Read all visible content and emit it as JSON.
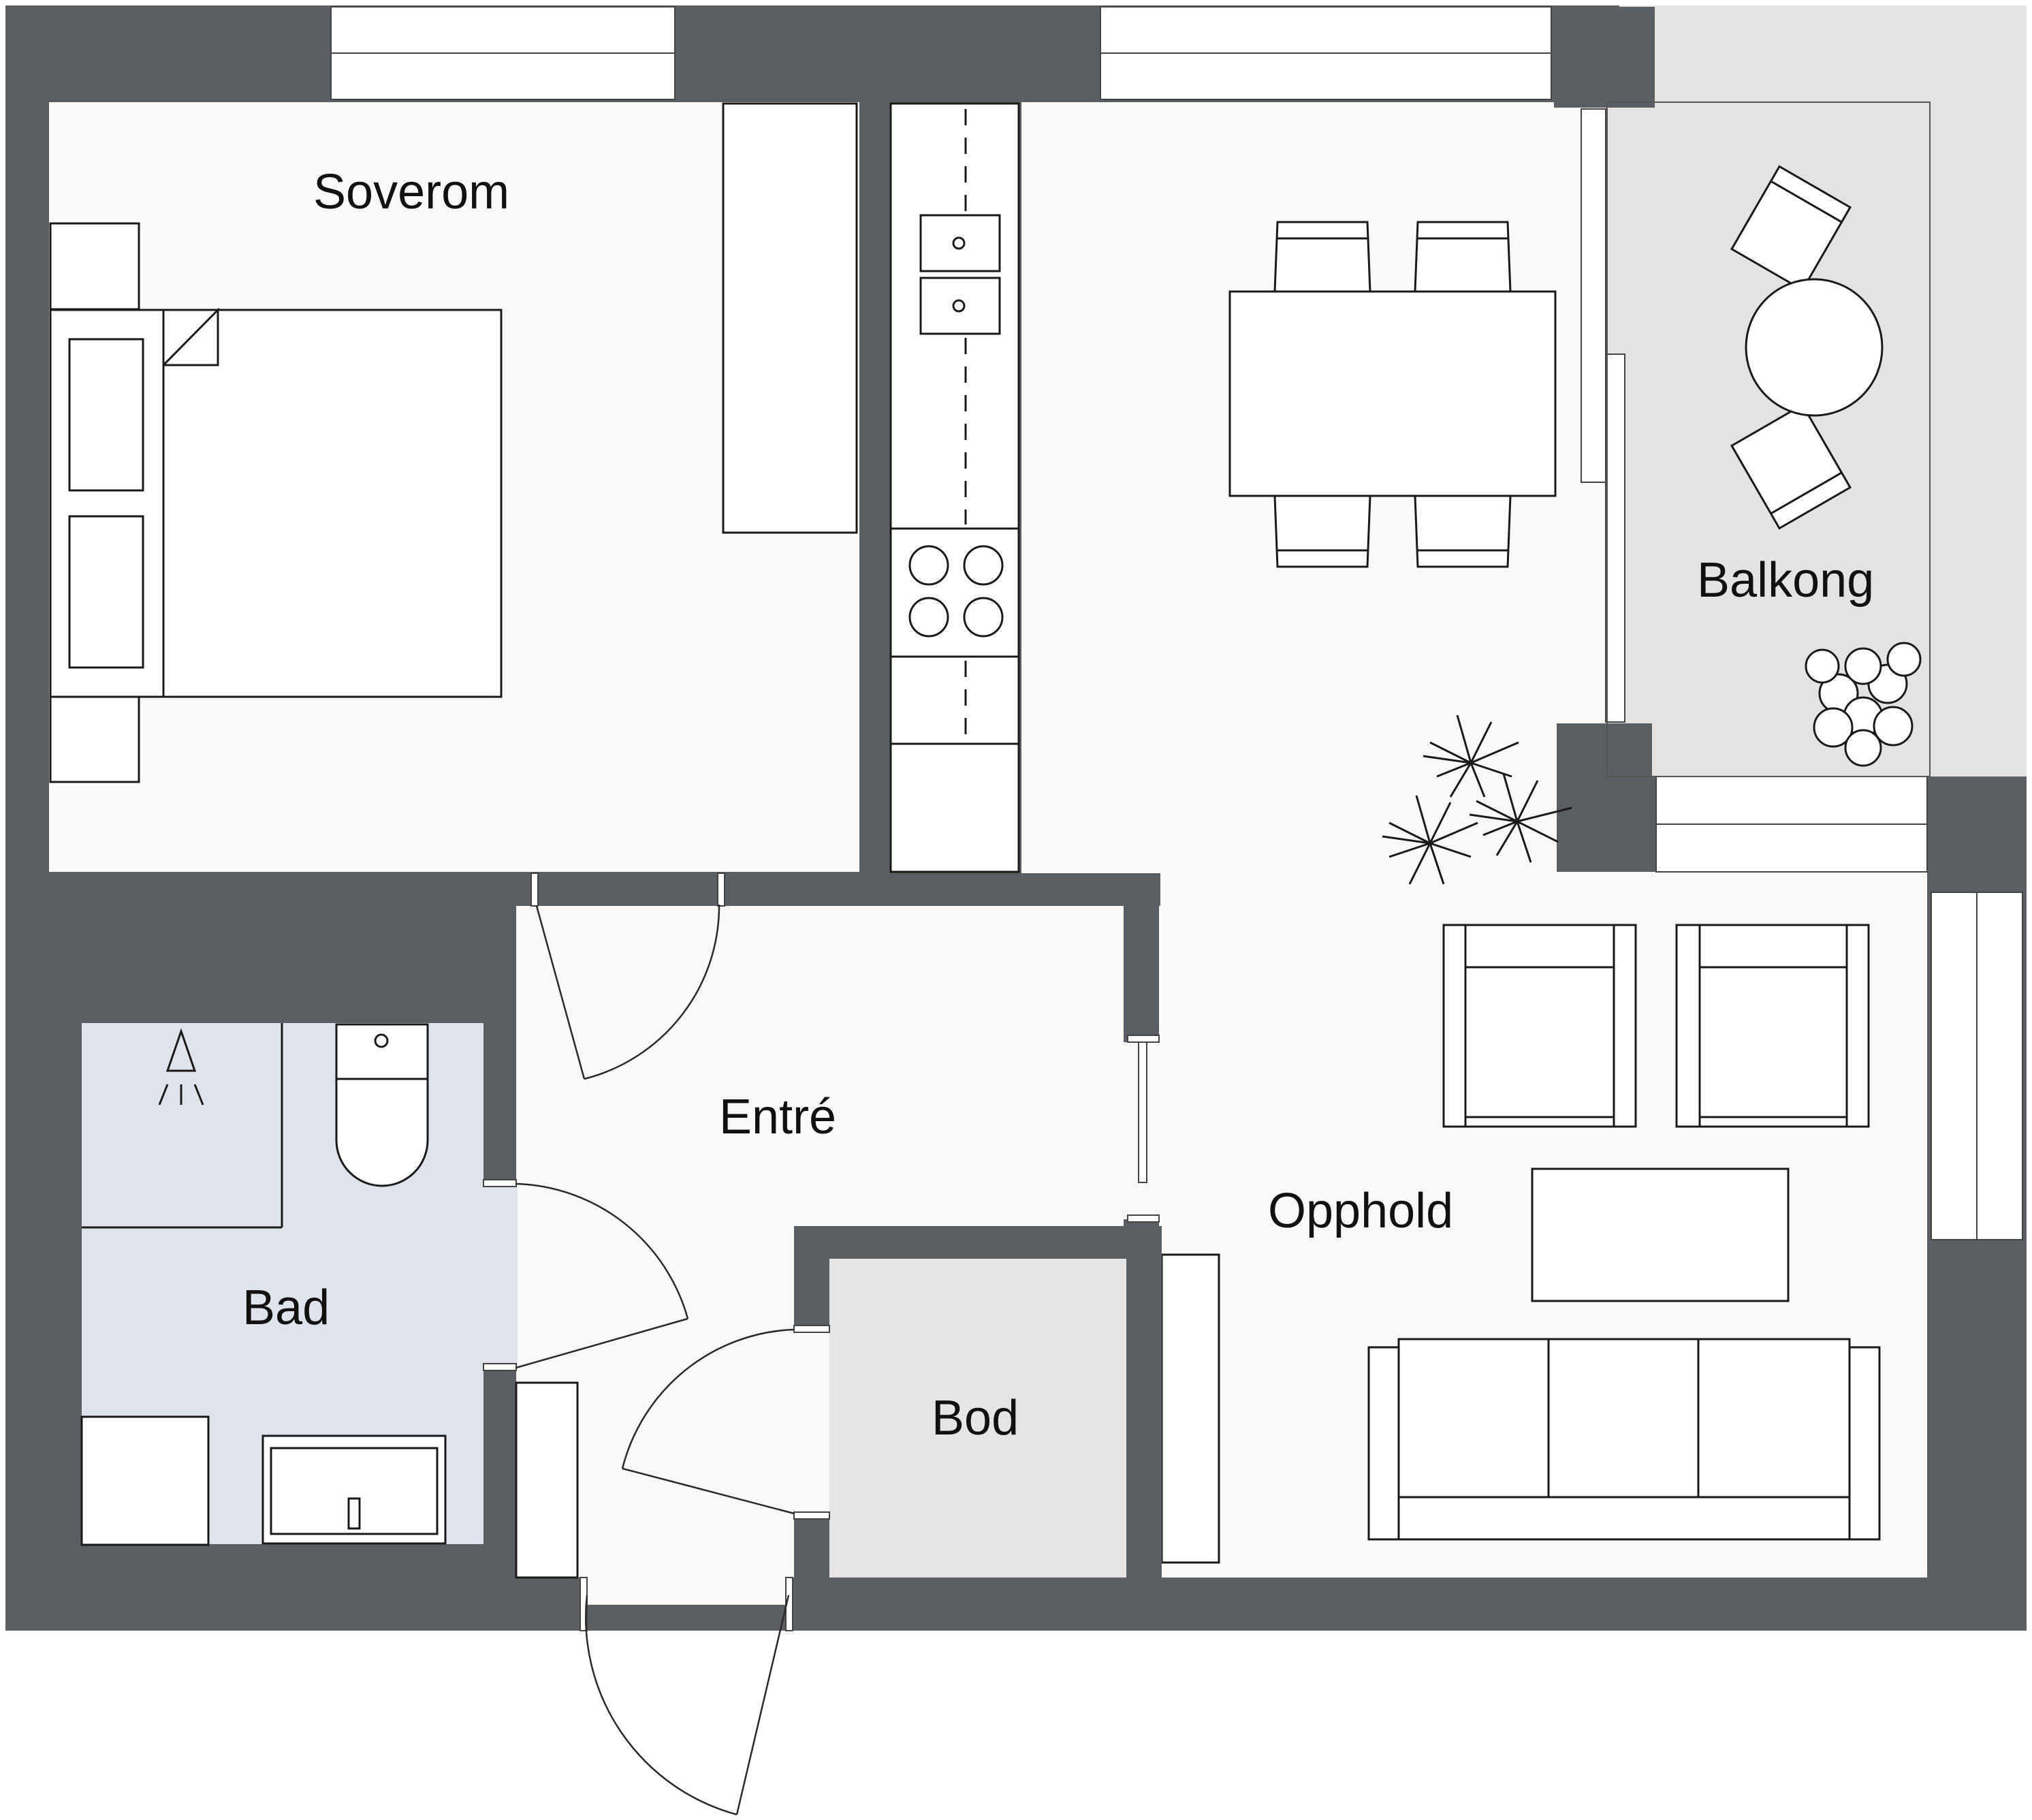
{
  "rooms": {
    "bedroom": "Soverom",
    "balcony": "Balkong",
    "entrance": "Entré",
    "living": "Opphold",
    "bathroom": "Bad",
    "storage": "Bod"
  },
  "colors": {
    "wall": "#5b5e63",
    "floor": "#f9f9f7",
    "bathroom_floor": "#dee3ec",
    "storage_floor": "#e5e5e5",
    "balcony_floor": "#e3e3e3",
    "line": "#1a1a1a"
  }
}
